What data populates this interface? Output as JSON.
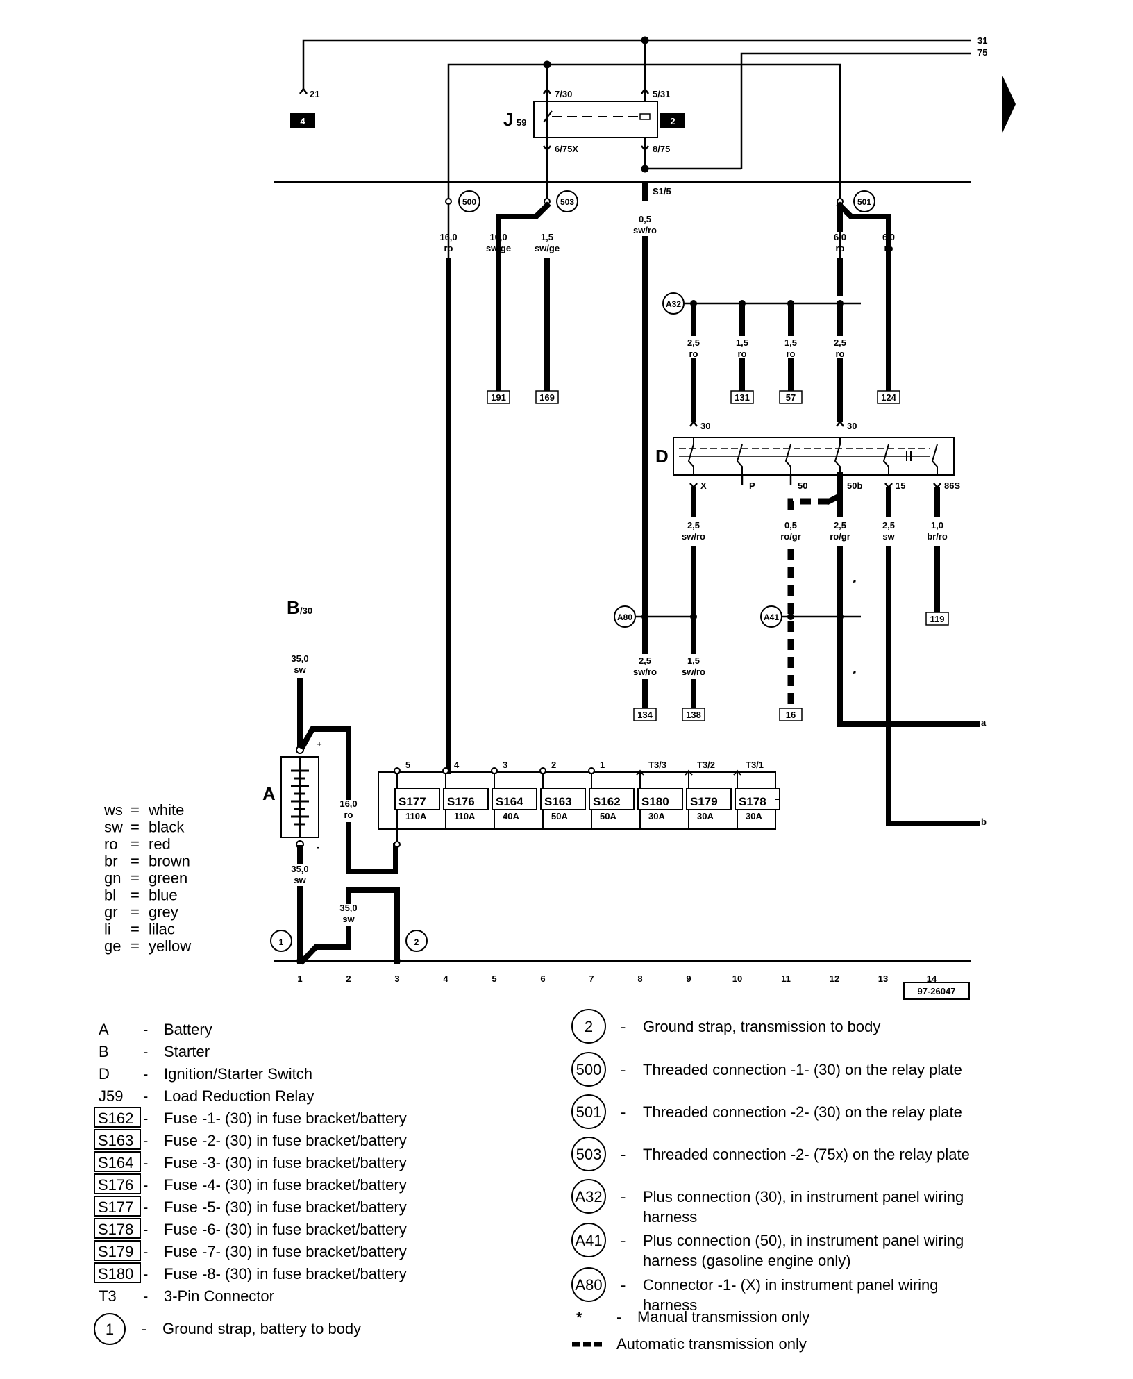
{
  "bus_labels": {
    "b31": "31",
    "b75": "75"
  },
  "refs": {
    "r21": "21",
    "r4": "4",
    "r2": "2",
    "rS15": "S1/5",
    "doc_id": "97-26047"
  },
  "relay": {
    "name": "J",
    "sub": "59",
    "pins": {
      "p730": "7/30",
      "p531": "5/31",
      "p675x": "6/75X",
      "p875": "8/75"
    }
  },
  "circles": {
    "c500": "500",
    "c503": "503",
    "c501": "501",
    "a32": "A32",
    "a80": "A80",
    "a41": "A41",
    "g1": "1",
    "g2": "2"
  },
  "wires": {
    "w_s177": [
      "16,0",
      "ro"
    ],
    "w_191": [
      "10,0",
      "sw/ge"
    ],
    "w_169": [
      "1,5",
      "sw/ge"
    ],
    "w_s15": [
      "0,5",
      "sw/ro"
    ],
    "w_501a": [
      "6,0",
      "ro"
    ],
    "w_124": [
      "6,0",
      "ro"
    ],
    "w_a32": [
      "2,5",
      "ro"
    ],
    "w_131": [
      "1,5",
      "ro"
    ],
    "w_57": [
      "1,5",
      "ro"
    ],
    "w_30b": [
      "2,5",
      "ro"
    ],
    "w_x": [
      "2,5",
      "sw/ro"
    ],
    "w_50": [
      "0,5",
      "ro/gr"
    ],
    "w_50b": [
      "2,5",
      "ro/gr"
    ],
    "w_15": [
      "2,5",
      "sw"
    ],
    "w_86s": [
      "1,0",
      "br/ro"
    ],
    "w_134": [
      "2,5",
      "sw/ro"
    ],
    "w_138": [
      "1,5",
      "sw/ro"
    ],
    "w_b30": [
      "35,0",
      "sw"
    ],
    "w_batplus": [
      "16,0",
      "ro"
    ],
    "w_batminus": [
      "35,0",
      "sw"
    ],
    "w_strap2": [
      "35,0",
      "sw"
    ]
  },
  "boxes": {
    "b191": "191",
    "b169": "169",
    "b131": "131",
    "b57": "57",
    "b124": "124",
    "b119": "119",
    "b134": "134",
    "b138": "138",
    "b16": "16"
  },
  "switch": {
    "name": "D",
    "pins": {
      "t30a": "30",
      "t30b": "30",
      "x": "X",
      "p": "P",
      "p50": "50",
      "p50b": "50b",
      "p15": "15",
      "p86s": "86S"
    }
  },
  "starter": {
    "name": "B",
    "pin": "/30"
  },
  "battery": {
    "name": "A",
    "plus": "+",
    "minus": "-"
  },
  "fuse_block": {
    "pins": [
      "5",
      "4",
      "3",
      "2",
      "1",
      "T3/3",
      "T3/2",
      "T3/1"
    ],
    "fuses": [
      {
        "id": "S177",
        "amp": "110A"
      },
      {
        "id": "S176",
        "amp": "110A"
      },
      {
        "id": "S164",
        "amp": "40A"
      },
      {
        "id": "S163",
        "amp": "50A"
      },
      {
        "id": "S162",
        "amp": "50A"
      },
      {
        "id": "S180",
        "amp": "30A"
      },
      {
        "id": "S179",
        "amp": "30A"
      },
      {
        "id": "S178",
        "amp": "30A"
      }
    ]
  },
  "outputs": {
    "a": "a",
    "b": "b"
  },
  "stars": {
    "s1": "*",
    "s2": "*"
  },
  "columns": [
    "1",
    "2",
    "3",
    "4",
    "5",
    "6",
    "7",
    "8",
    "9",
    "10",
    "11",
    "12",
    "13",
    "14"
  ],
  "color_key": [
    {
      "code": "ws",
      "name": "white"
    },
    {
      "code": "sw",
      "name": "black"
    },
    {
      "code": "ro",
      "name": "red"
    },
    {
      "code": "br",
      "name": "brown"
    },
    {
      "code": "gn",
      "name": "green"
    },
    {
      "code": "bl",
      "name": "blue"
    },
    {
      "code": "gr",
      "name": "grey"
    },
    {
      "code": "li",
      "name": "lilac"
    },
    {
      "code": "ge",
      "name": "yellow"
    }
  ],
  "legend_left": [
    {
      "code": "A",
      "boxed": false,
      "desc": "Battery"
    },
    {
      "code": "B",
      "boxed": false,
      "desc": "Starter"
    },
    {
      "code": "D",
      "boxed": false,
      "desc": "Ignition/Starter Switch"
    },
    {
      "code": "J59",
      "boxed": false,
      "desc": "Load Reduction Relay"
    },
    {
      "code": "S162",
      "boxed": true,
      "desc": "Fuse -1- (30) in fuse bracket/battery"
    },
    {
      "code": "S163",
      "boxed": true,
      "desc": "Fuse -2- (30) in fuse bracket/battery"
    },
    {
      "code": "S164",
      "boxed": true,
      "desc": "Fuse -3- (30) in fuse bracket/battery"
    },
    {
      "code": "S176",
      "boxed": true,
      "desc": "Fuse -4- (30) in fuse bracket/battery"
    },
    {
      "code": "S177",
      "boxed": true,
      "desc": "Fuse -5- (30) in fuse bracket/battery"
    },
    {
      "code": "S178",
      "boxed": true,
      "desc": "Fuse -6- (30) in fuse bracket/battery"
    },
    {
      "code": "S179",
      "boxed": true,
      "desc": "Fuse -7- (30) in fuse bracket/battery"
    },
    {
      "code": "S180",
      "boxed": true,
      "desc": "Fuse -8- (30) in fuse bracket/battery"
    },
    {
      "code": "T3",
      "boxed": false,
      "desc": "3-Pin Connector"
    }
  ],
  "legend_ground1": {
    "code": "1",
    "desc": "Ground strap, battery to body"
  },
  "legend_right": [
    {
      "code": "2",
      "line1": "Ground strap, transmission to body",
      "line2": ""
    },
    {
      "code": "500",
      "line1": "Threaded connection -1- (30) on the relay plate",
      "line2": ""
    },
    {
      "code": "501",
      "line1": "Threaded connection -2- (30) on the relay plate",
      "line2": ""
    },
    {
      "code": "503",
      "line1": "Threaded connection -2- (75x) on the relay plate",
      "line2": ""
    },
    {
      "code": "A32",
      "line1": "Plus connection (30), in instrument panel wiring",
      "line2": "harness"
    },
    {
      "code": "A41",
      "line1": "Plus connection (50), in instrument panel wiring",
      "line2": "harness (gasoline engine only)"
    },
    {
      "code": "A80",
      "line1": "Connector -1- (X) in instrument panel wiring",
      "line2": "harness"
    }
  ],
  "legend_star": {
    "symbol": "*",
    "desc": "Manual transmission only"
  },
  "legend_dash": {
    "desc": "Automatic transmission only"
  }
}
